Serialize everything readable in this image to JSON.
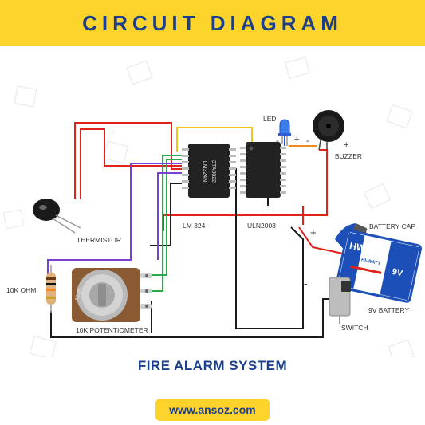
{
  "header": {
    "title": "CIRCUIT DIAGRAM"
  },
  "components": {
    "led": "LED",
    "buzzer": "BUZZER",
    "battery_cap": "BATTERY CAP",
    "thermistor": "THERMISTOR",
    "lm324": "LM 324",
    "uln2003": "ULN2003",
    "resistor": "10K OHM",
    "potentiometer": "10K POTENTIOMETER",
    "battery": "9V BATTERY",
    "switch": "SWITCH"
  },
  "polarity": {
    "led_minus": "-",
    "led_plus": "+",
    "buzzer_minus": "-",
    "buzzer_plus": "+",
    "battery_plus": "+",
    "battery_minus": "-"
  },
  "battery_markings": {
    "brand": "HW",
    "brand_text": "HI-WATT",
    "voltage": "9V"
  },
  "chip_markings": {
    "lm324_a": "LM324N",
    "lm324_b": "3TA0022"
  },
  "pot_marking": "A10K",
  "footer": {
    "title": "FIRE ALARM SYSTEM",
    "url": "www.ansoz.com"
  },
  "colors": {
    "banner": "#fcd32a",
    "title_text": "#1c3f8c",
    "wire_red": "#e0221a",
    "wire_black": "#1a1a1a",
    "wire_yellow": "#f0c419",
    "wire_green": "#2aa84a",
    "wire_purple": "#7a3fd6",
    "wire_orange": "#f08a1c",
    "battery_blue": "#1d4fb8"
  }
}
